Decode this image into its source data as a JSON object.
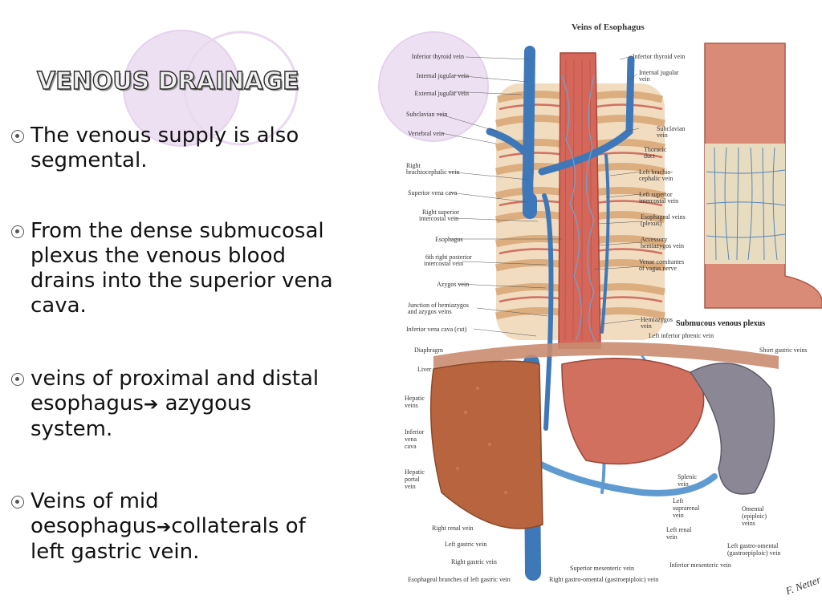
{
  "slide": {
    "title": "VENOUS DRAINAGE",
    "bullets": [
      {
        "lines": [
          "The venous supply is also",
          "segmental."
        ]
      },
      {
        "lines": [
          "From the dense submucosal",
          "plexus the venous blood",
          "drains into the superior vena",
          "cava."
        ]
      },
      {
        "lines": [
          "veins of  proximal and distal",
          "esophagus",
          "system."
        ],
        "arrow_after": 1,
        "arrow_text": " azygous"
      },
      {
        "lines": [
          "Veins of mid",
          "oesophagus",
          "left gastric vein."
        ],
        "arrow_after": 1,
        "arrow_text": "collaterals of"
      }
    ],
    "arrow_glyph": "➔"
  },
  "figure": {
    "title": "Veins of Esophagus",
    "plexus_title": "Submucous venous plexus",
    "signature": "F. Netter",
    "labels_left": [
      "Inferior thyroid vein",
      "Internal jugular vein",
      "External jugular vein",
      "Subclavian vein",
      "Vertebral vein",
      "Right",
      "brachiocephalic vein",
      "Superior vena cava",
      "Right superior",
      "intercostal vein",
      "Esophagus",
      "6th right posterior",
      "intercostal vein",
      "Azygos vein",
      "Junction of hemiazygos",
      "and azygos veins",
      "Inferior vena cava (cut)",
      "Diaphragm",
      "Liver",
      "Hepatic",
      "veins",
      "Inferior",
      "vena",
      "cava",
      "Hepatic",
      "portal",
      "vein",
      "Right renal vein",
      "Left gastric vein",
      "Right gastric vein",
      "Esophageal branches of left gastric vein"
    ],
    "labels_right": [
      "Inferior thyroid vein",
      "Internal jugular",
      "vein",
      "Subclavian",
      "vein",
      "Thoracic",
      "duct",
      "Left brachio-",
      "cephalic vein",
      "Left superior",
      "intercostal vein",
      "Esophageal veins",
      "(plexus)",
      "Accessory",
      "hemiazygos vein",
      "Venae comitantes",
      "of vagus nerve",
      "Hemiazygos",
      "vein",
      "Left inferior phrenic vein",
      "Short gastric veins",
      "Splenic",
      "vein",
      "Left",
      "suprarenal",
      "vein",
      "Left renal",
      "vein",
      "Omental",
      "(epiploic)",
      "veins",
      "Left gastro-omental",
      "(gastroepiploic) vein",
      "Inferior mesenteric vein",
      "Superior mesenteric vein",
      "Right gastro-omental (gastroepiploic) vein"
    ]
  },
  "colors": {
    "vein_blue": "#3f78b8",
    "vein_light": "#7fb0dd",
    "muscle": "#c9574a",
    "liver": "#b8643e",
    "spine": "#e8c9a0",
    "deco_circle": "#ead9f0"
  }
}
